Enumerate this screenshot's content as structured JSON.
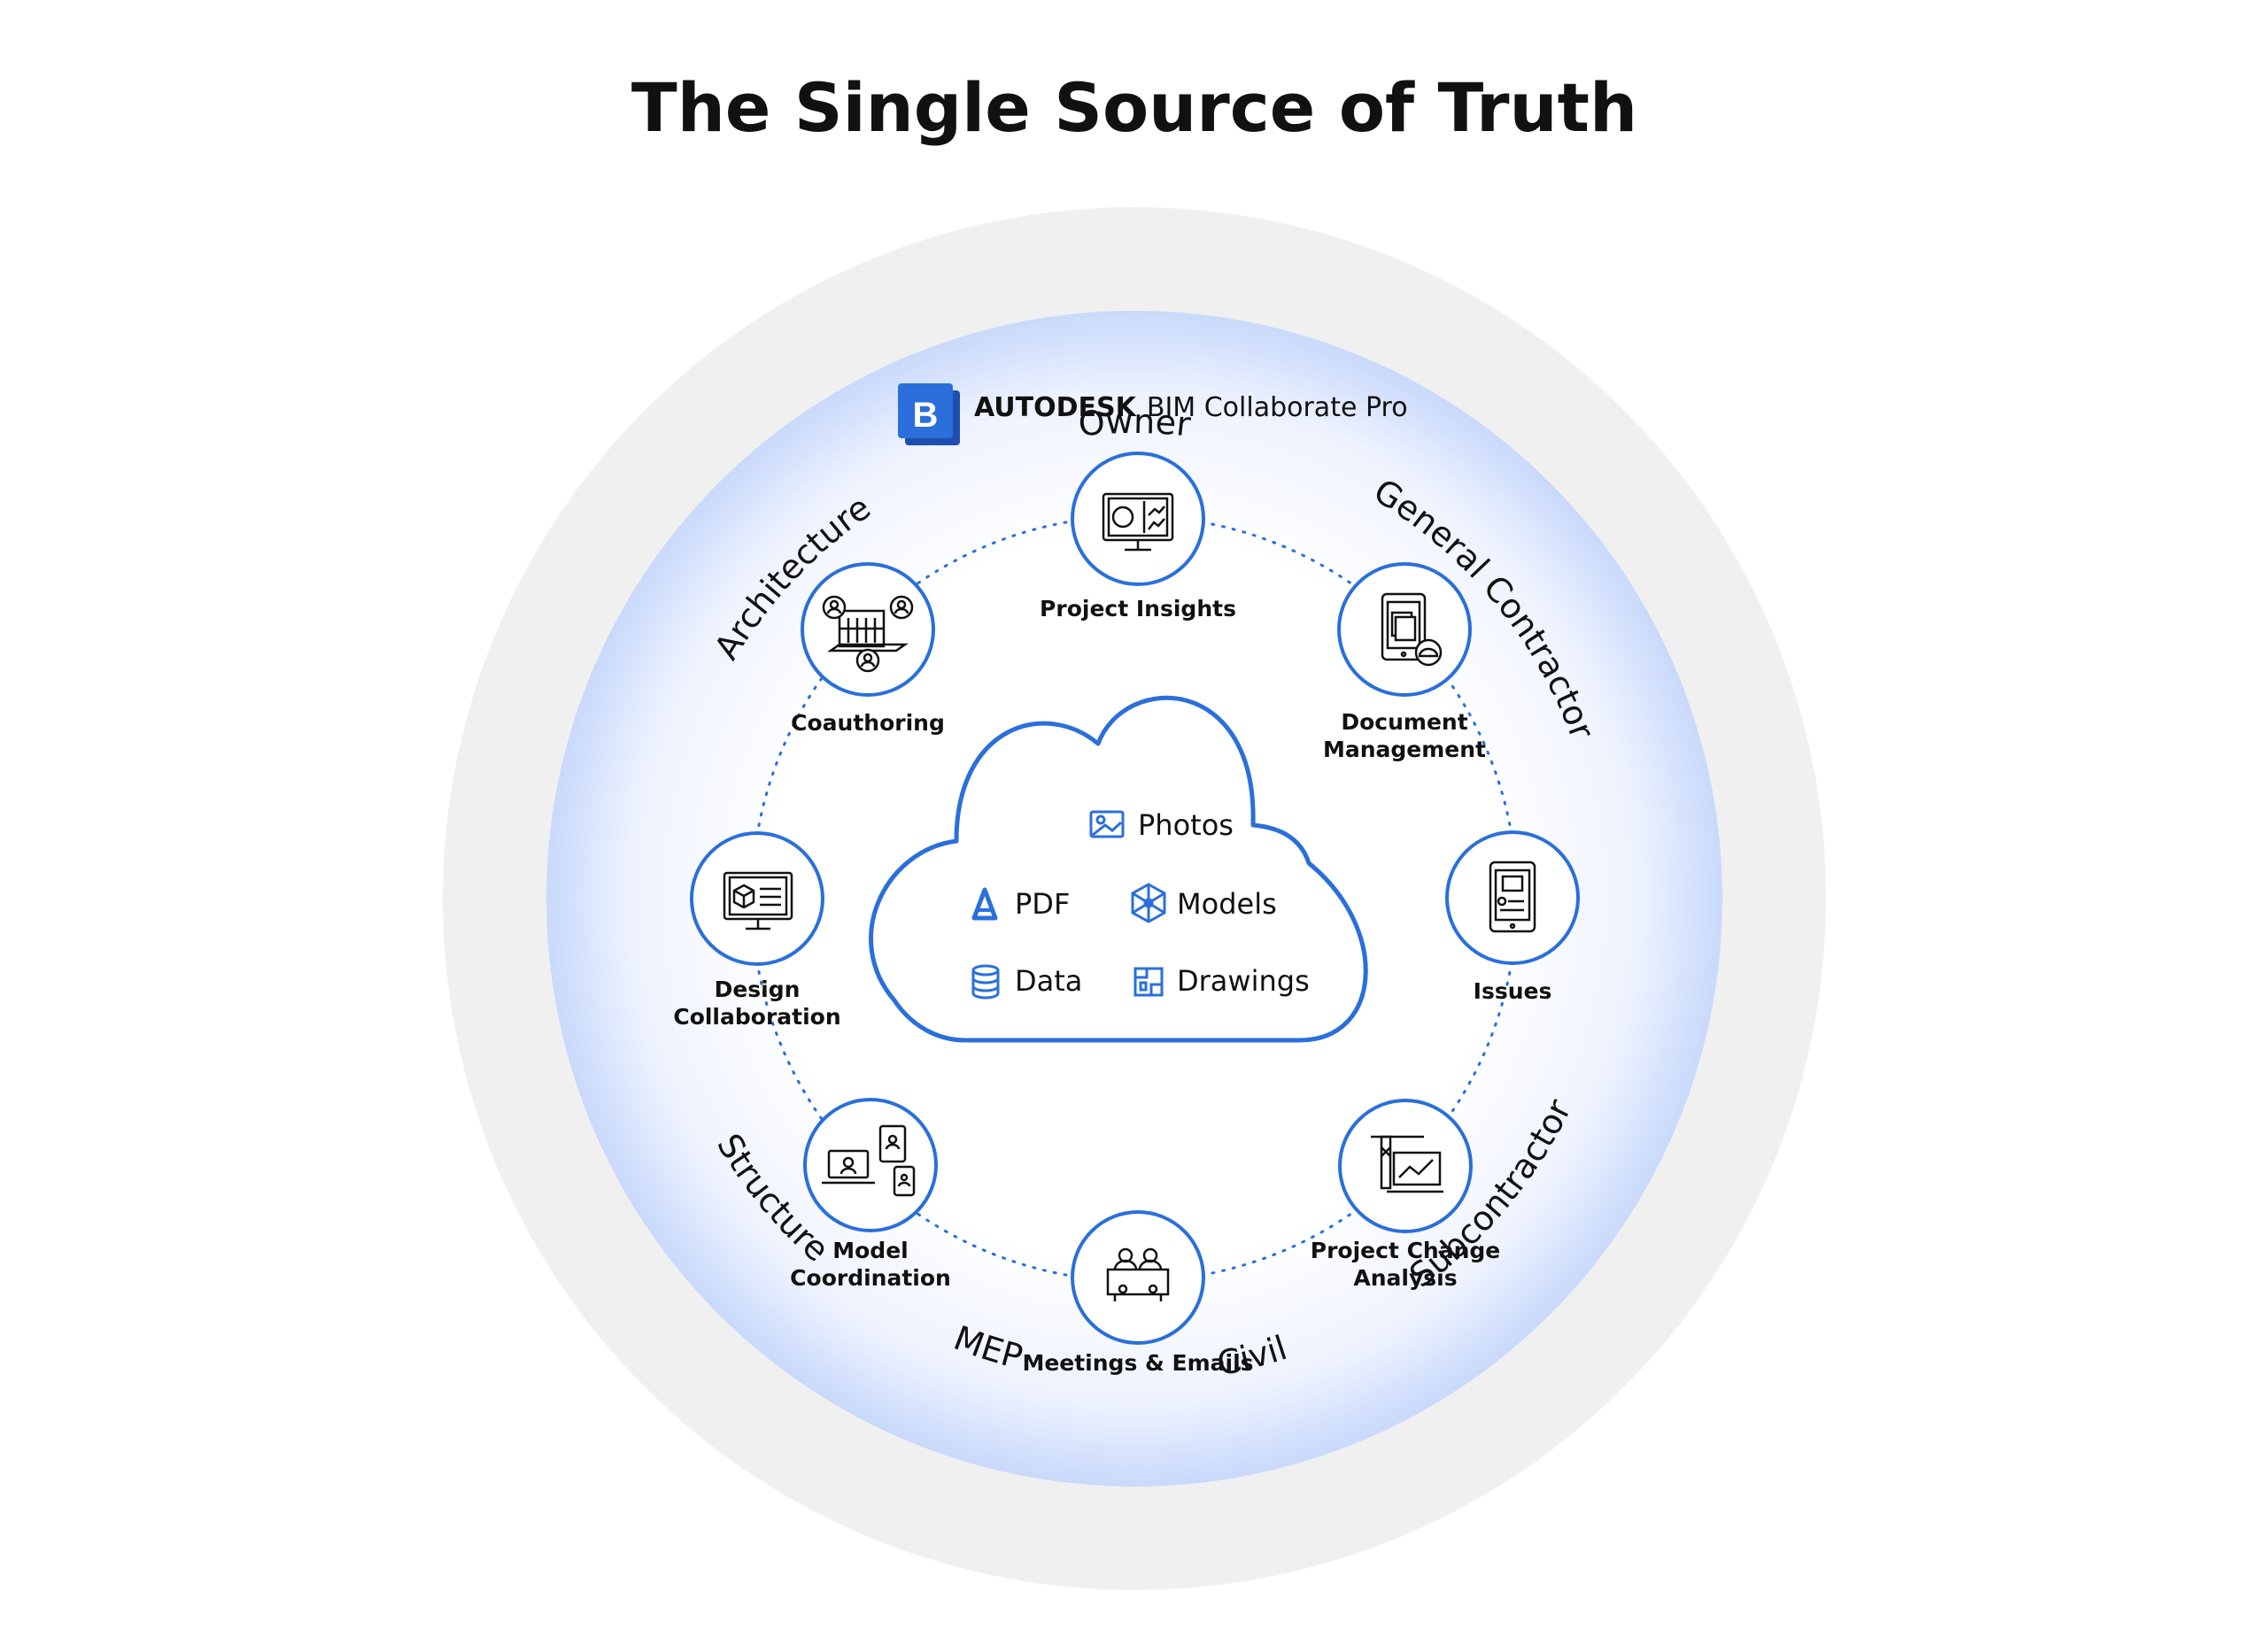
{
  "title": "The Single Source of Truth",
  "colors": {
    "accent": "#2a6fdb",
    "outer_ring": "#f0f0f0",
    "inner_glow_center": "#ffffff",
    "inner_glow_edge": "#c9d9fb",
    "text": "#111111"
  },
  "product": {
    "logo_letter": "B",
    "brand": "AUTODESK",
    "name": "BIM Collaborate Pro"
  },
  "stakeholders": [
    {
      "label": "Owner"
    },
    {
      "label": "General Contractor"
    },
    {
      "label": "Subcontractor"
    },
    {
      "label": "Civil"
    },
    {
      "label": "MEP"
    },
    {
      "label": "Structure"
    },
    {
      "label": "Architecture"
    }
  ],
  "capabilities": [
    {
      "line1": "Project Insights",
      "line2": "",
      "icon": "monitor-dashboard-icon"
    },
    {
      "line1": "Document",
      "line2": "Management",
      "icon": "tablet-document-icon"
    },
    {
      "line1": "Issues",
      "line2": "",
      "icon": "tablet-issue-icon"
    },
    {
      "line1": "Project Change",
      "line2": "Analysis",
      "icon": "crane-drawing-icon"
    },
    {
      "line1": "Meetings & Emails",
      "line2": "",
      "icon": "meeting-people-icon"
    },
    {
      "line1": "Model",
      "line2": "Coordination",
      "icon": "devices-people-icon"
    },
    {
      "line1": "Design",
      "line2": "Collaboration",
      "icon": "monitor-cube-icon"
    },
    {
      "line1": "Coauthoring",
      "line2": "",
      "icon": "building-people-icon"
    }
  ],
  "cloud_items": [
    {
      "label": "Photos",
      "icon": "image-icon"
    },
    {
      "label": "PDF",
      "icon": "pdf-icon"
    },
    {
      "label": "Models",
      "icon": "models-network-icon"
    },
    {
      "label": "Data",
      "icon": "database-icon"
    },
    {
      "label": "Drawings",
      "icon": "drawing-plan-icon"
    }
  ]
}
